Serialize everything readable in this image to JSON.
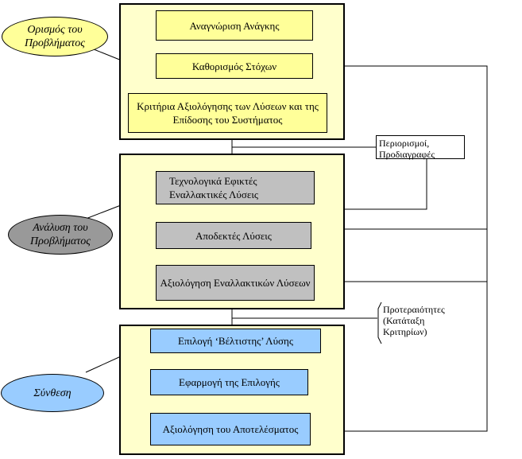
{
  "colors": {
    "light_yellow": "#ffffcc",
    "yellow": "#ffff99",
    "gray": "#c0c0c0",
    "light_blue": "#99ccff",
    "dark_gray": "#999999"
  },
  "stages": [
    {
      "label": "Ορισμός του Προβλήματος",
      "steps": [
        "Αναγνώριση Ανάγκης",
        "Καθορισμός Στόχων",
        "Κριτήρια Αξιολόγησης των Λύσεων και της Επίδοσης του Συστήματος"
      ]
    },
    {
      "label": "Ανάλυση του Προβλήματος",
      "steps": [
        "Τεχνολογικά Εφικτές Εναλλακτικές Λύσεις",
        "Αποδεκτές Λύσεις",
        "Αξιολόγηση Εναλλακτικών Λύσεων"
      ]
    },
    {
      "label": "Σύνθεση",
      "steps": [
        "Επιλογή ‘Βέλτιστης’ Λύσης",
        "Εφαρμογή της Επιλογής",
        "Αξιολόγηση του Αποτελέσματος"
      ]
    }
  ],
  "notes": {
    "constraints": "Περιορισμοί, Προδιαγραφές",
    "priorities": "Προτεραιότητες (Κατάταξη Κριτηρίων)"
  }
}
